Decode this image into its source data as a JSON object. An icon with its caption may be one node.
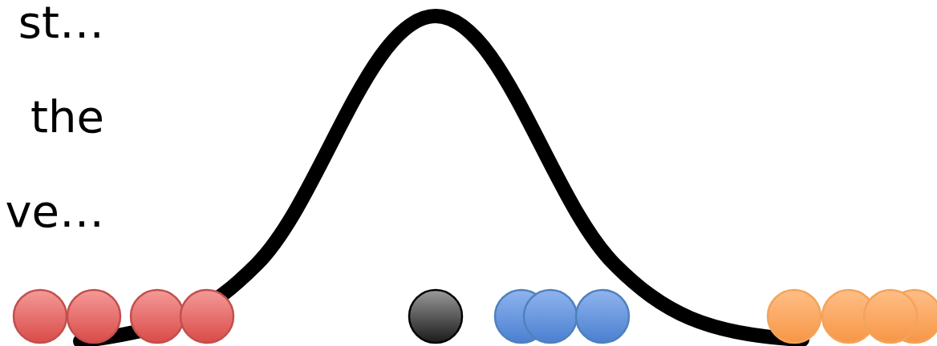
{
  "diagram": {
    "labels": [
      "st…",
      "the",
      "ve…"
    ]
  }
}
